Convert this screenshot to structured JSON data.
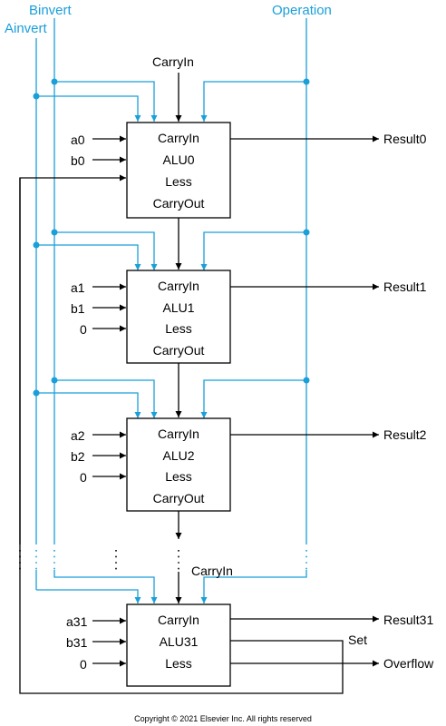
{
  "control_signals": {
    "binvert": "Binvert",
    "ainvert": "Ainvert",
    "operation": "Operation",
    "carry_in_top": "CarryIn",
    "carry_in_last": "CarryIn"
  },
  "alus": [
    {
      "name": "ALU0",
      "carry_in": "CarryIn",
      "less": "Less",
      "carry_out": "CarryOut",
      "a": "a0",
      "b": "b0",
      "less_input": "",
      "result": "Result0"
    },
    {
      "name": "ALU1",
      "carry_in": "CarryIn",
      "less": "Less",
      "carry_out": "CarryOut",
      "a": "a1",
      "b": "b1",
      "less_input": "0",
      "result": "Result1"
    },
    {
      "name": "ALU2",
      "carry_in": "CarryIn",
      "less": "Less",
      "carry_out": "CarryOut",
      "a": "a2",
      "b": "b2",
      "less_input": "0",
      "result": "Result2"
    },
    {
      "name": "ALU31",
      "carry_in": "CarryIn",
      "less": "Less",
      "carry_out": "",
      "a": "a31",
      "b": "b31",
      "less_input": "0",
      "result": "Result31"
    }
  ],
  "outputs": {
    "set": "Set",
    "overflow": "Overflow"
  },
  "footer": {
    "copyright": "Copyright © 2021 Elsevier Inc. All rights reserved"
  },
  "colors": {
    "control": "#1a9fd9",
    "line": "#000000"
  }
}
